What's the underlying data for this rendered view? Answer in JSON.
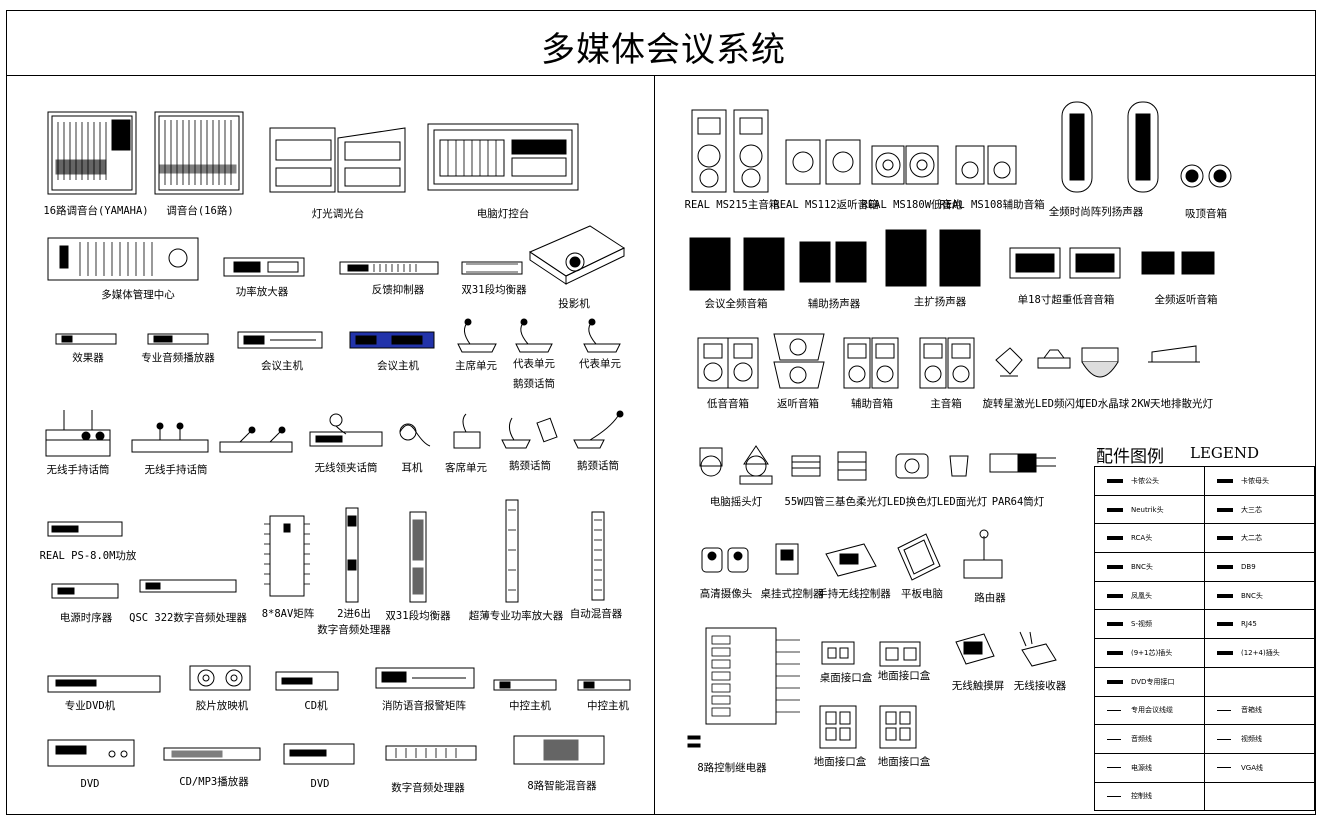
{
  "title": "多媒体会议系统",
  "left_labels": {
    "mixer16_yamaha": "16路调音台(YAMAHA)",
    "mixer16": "调音台(16路)",
    "light_console": "灯光调光台",
    "pc_light_console": "电脑灯控台",
    "media_center": "多媒体管理中心",
    "power_amp": "功率放大器",
    "feedback": "反馈抑制器",
    "eq31": "双31段均衡器",
    "projector": "投影机",
    "effects": "效果器",
    "player": "专业音频播放器",
    "conf_host1": "会议主机",
    "conf_host2": "会议主机",
    "chair_unit": "主席单元",
    "delegate_unit1": "代表单元",
    "gooseneck_mic1": "鹅颈话筒",
    "delegate_unit2": "代表单元",
    "wireless_hand1": "无线手持话筒",
    "wireless_hand2": "无线手持话筒",
    "wireless_lapel": "无线领夹话筒",
    "earphone": "耳机",
    "guest_unit": "客席单元",
    "gooseneck_mic2": "鹅颈话筒",
    "gooseneck_mic3": "鹅颈话筒",
    "real_amp": "REAL  PS-8.0M功放",
    "sequencer": "电源时序器",
    "qsc": "QSC 322数字音频处理器",
    "matrix": "8*8AV矩阵",
    "dsp_2in6": "2进6出",
    "dsp_2in6_b": "数字音频处理器",
    "eq31b": "双31段均衡器",
    "pro_amp": "超薄专业功率放大器",
    "auto_mixer": "自动混音器",
    "dvd_pro": "专业DVD机",
    "reel": "胶片放映机",
    "cd": "CD机",
    "alarm_matrix": "消防语音报警矩阵",
    "central1": "中控主机",
    "central2": "中控主机",
    "dvd1": "DVD",
    "mp3": "CD/MP3播放器",
    "dvd2": "DVD",
    "dsp2": "数字音频处理器",
    "mixer8": "8路智能混音器"
  },
  "right_labels": {
    "ms215": "REAL MS215主音箱",
    "ms112": "REAL MS112返听音箱",
    "ms180w": "REAL MS180W低音炮",
    "ms108": "REAL MS108辅助音箱",
    "column": "全频时尚阵列扬声器",
    "ceiling": "吸顶音箱",
    "fullrange": "会议全频音箱",
    "aux_speaker": "辅助扬声器",
    "main_speaker": "主扩扬声器",
    "sub18": "单18寸超重低音音箱",
    "monitor_full": "全频返听音箱",
    "low_box": "低音音箱",
    "monitor_box": "返听音箱",
    "aux_box": "辅助音箱",
    "main_box": "主音箱",
    "moving_light": "旋转星激光LED频闪灯",
    "crystal": "LED水晶球",
    "par_light": "2KW天地排散光灯",
    "moving_head": "电脑摇头灯",
    "tricolor": "55W四管三基色柔光灯",
    "led_color": "LED换色灯",
    "led_face": "LED面光灯",
    "par64": "PAR64筒灯",
    "hd_camera": "高清摄像头",
    "desktop_ctrl": "桌挂式控制器",
    "handheld_ctrl": "手持无线控制器",
    "tablet": "平板电脑",
    "router": "路由器",
    "relay": "8路控制继电器",
    "desk_box": "桌面接口盒",
    "floor_box1": "地面接口盒",
    "floor_box2": "地面接口盒",
    "floor_box3": "地面接口盒",
    "touch_screen": "无线触摸屏",
    "wireless_rx": "无线接收器"
  },
  "legend": {
    "title_cn": "配件图例",
    "title_en": "LEGEND",
    "rows": [
      [
        "卡侬公头",
        "卡侬母头"
      ],
      [
        "Neutrik头",
        "大三芯"
      ],
      [
        "RCA头",
        "大二芯"
      ],
      [
        "BNC头",
        "DB9"
      ],
      [
        "凤凰头",
        "BNC头"
      ],
      [
        "S-视频",
        "RJ45"
      ],
      [
        "(9+1芯)插头",
        "(12+4)插头"
      ],
      [
        "DVD专用接口",
        ""
      ],
      [
        "专用会议线缆",
        "音箱线"
      ],
      [
        "音频线",
        "视频线"
      ],
      [
        "电源线",
        "VGA线"
      ],
      [
        "控制线",
        ""
      ]
    ]
  }
}
